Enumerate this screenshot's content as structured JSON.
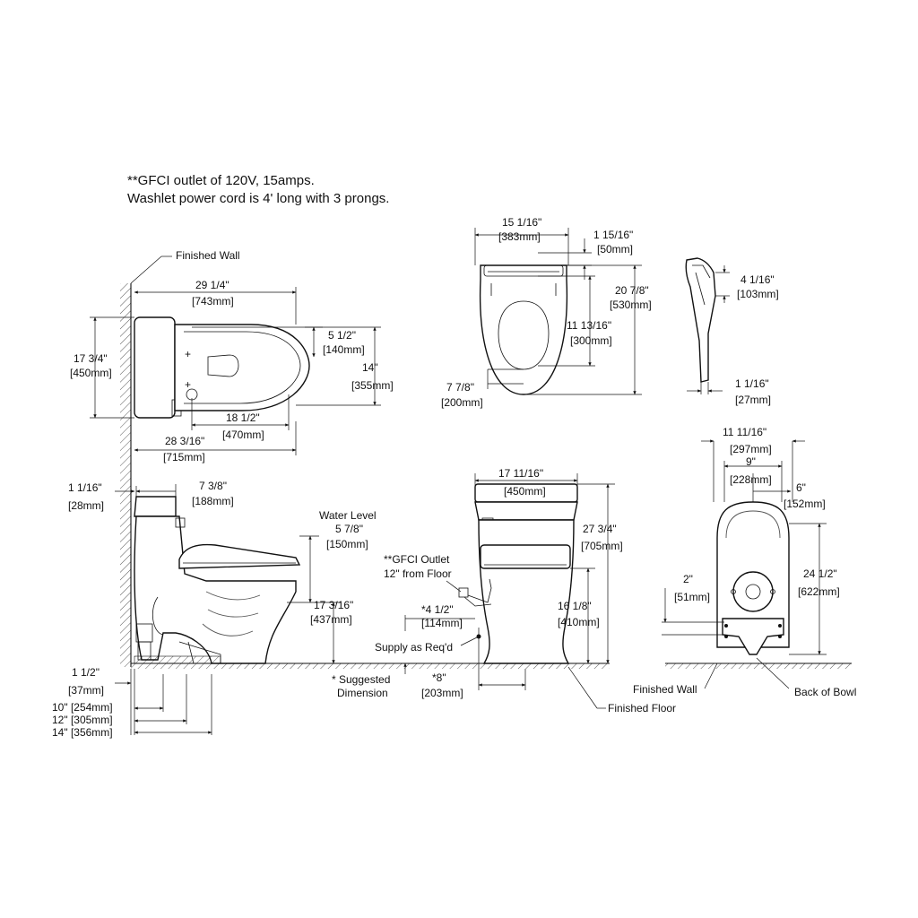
{
  "notes": {
    "line1": "**GFCI outlet of 120V, 15amps.",
    "line2": "Washlet power cord is 4' long with 3 prongs."
  },
  "plan_view": {
    "finished_wall": "Finished Wall",
    "d_29_1_4": "29 1/4\"",
    "d_743": "[743mm]",
    "d_17_3_4": "17 3/4\"",
    "d_450": "[450mm]",
    "d_5_1_2": "5 1/2\"",
    "d_140": "[140mm]",
    "d_14": "14\"",
    "d_355": "[355mm]",
    "d_18_1_2": "18 1/2\"",
    "d_470": "[470mm]",
    "d_28_3_16": "28 3/16\"",
    "d_715": "[715mm]"
  },
  "seat_top": {
    "d_15_1_16": "15 1/16\"",
    "d_383": "[383mm]",
    "d_1_15_16": "1 15/16\"",
    "d_50": "[50mm]",
    "d_20_7_8": "20 7/8\"",
    "d_530": "[530mm]",
    "d_11_13_16": "11 13/16\"",
    "d_300": "[300mm]",
    "d_7_7_8": "7 7/8\"",
    "d_200": "[200mm]"
  },
  "seat_side": {
    "d_4_1_16": "4 1/16\"",
    "d_103": "[103mm]",
    "d_1_1_16": "1 1/16\"",
    "d_27": "[27mm]"
  },
  "side_view": {
    "d_1_1_16": "1 1/16\"",
    "d_28": "[28mm]",
    "d_7_3_8": "7 3/8\"",
    "d_188": "[188mm]",
    "water_level": "Water Level",
    "d_5_7_8": "5 7/8\"",
    "d_150": "[150mm]",
    "d_17_3_16": "17 3/16\"",
    "d_437": "[437mm]",
    "d_1_1_2": "1 1/2\"",
    "d_37": "[37mm]",
    "r10": "10\" [254mm]",
    "r12": "12\" [305mm]",
    "r14": "14\" [356mm]"
  },
  "front_view": {
    "d_17_11_16": "17 11/16\"",
    "d_450": "[450mm]",
    "d_27_3_4": "27 3/4\"",
    "d_705": "[705mm]",
    "gfci_outlet": "**GFCI Outlet",
    "from_floor": "12\" from Floor",
    "d_4_1_2": "*4 1/2\"",
    "d_114": "[114mm]",
    "supply": "Supply as Req'd",
    "d_16_1_8": "16 1/8\"",
    "d_410": "[410mm]",
    "suggested": "* Suggested",
    "dimension": "Dimension",
    "d_8": "*8\"",
    "d_203": "[203mm]",
    "finished_floor": "Finished Floor"
  },
  "rear_view": {
    "d_11_11_16": "11 11/16\"",
    "d_297": "[297mm]",
    "d_9": "9\"",
    "d_228": "[228mm]",
    "d_6": "6\"",
    "d_152": "[152mm]",
    "d_24_1_2": "24 1/2\"",
    "d_622": "[622mm]",
    "d_2": "2\"",
    "d_51": "[51mm]",
    "finished_wall": "Finished Wall",
    "back_of_bowl": "Back of Bowl"
  }
}
